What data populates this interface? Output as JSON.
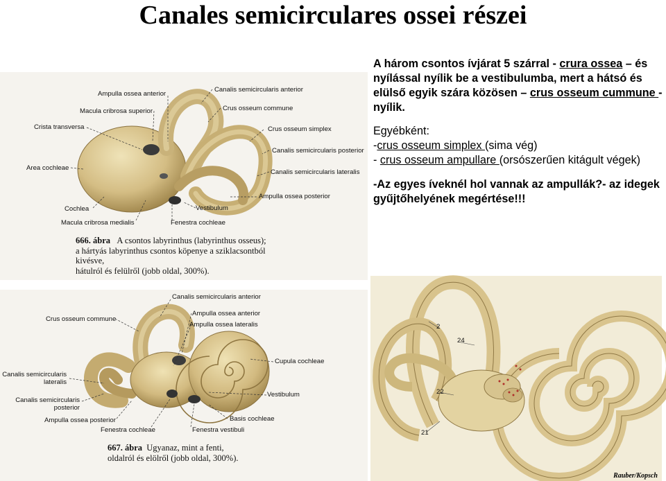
{
  "slide": {
    "title": "Canales semicirculares ossei részei"
  },
  "text": {
    "p1": {
      "s1": "A három csontos ívjárat 5 szárral - ",
      "u1": "crura ossea",
      "s2": " – és nyílással nyílik be a vestibulumba, mert a hátsó és elülső egyik szára közösen ",
      "dash": "–",
      "u2": "crus osseum cummune ",
      "s3": " - nyílik."
    },
    "p2": {
      "line1": "Egyébként:",
      "l2_prefix": "-",
      "l2_u": "crus osseum simplex ",
      "l2_rest": "(sima vég)",
      "l3_prefix": "- ",
      "l3_u": "crus osseum ampullare ",
      "l3_rest": "(orsószerűen kitágult végek)"
    },
    "p3": "-Az egyes íveknél hol vannak az ampullák?- az idegek gyűjtőhelyének megértése!!!"
  },
  "figure_top": {
    "labels": {
      "ampulla_ossea_anterior": "Ampulla ossea anterior",
      "macula_cribrosa_superior": "Macula cribrosa superior",
      "crista_transversa": "Crista transversa",
      "area_cochleae": "Area cochleae",
      "cochlea": "Cochlea",
      "macula_cribrosa_medialis": "Macula cribrosa medialis",
      "canalis_semicircularis_anterior": "Canalis semicircularis anterior",
      "crus_osseum_commune": "Crus osseum commune",
      "crus_osseum_simplex": "Crus osseum simplex",
      "canalis_semicircularis_posterior": "Canalis semicircularis posterior",
      "canalis_semicircularis_lateralis": "Canalis semicircularis lateralis",
      "ampulla_ossea_posterior": "Ampulla ossea posterior",
      "vestibulum": "Vestibulum",
      "fenestra_cochleae": "Fenestra cochleae"
    },
    "caption": {
      "number": "666. ábra",
      "line1": "A csontos labyrinthus (labyrinthus osseus);",
      "line2": "a hártyás labyrinthus csontos köpenye a sziklacsontból",
      "line3": "kivésve,",
      "line4": "hátulról és felülről (jobb oldal, 300%)."
    }
  },
  "figure_bottom": {
    "labels": {
      "canalis_semicircularis_anterior": "Canalis semicircularis anterior",
      "crus_osseum_commune": "Crus osseum commune",
      "ampulla_ossea_anterior": "Ampulla ossea anterior",
      "ampulla_ossea_lateralis": "Ampulla ossea lateralis",
      "cupula_cochleae": "Cupula cochleae",
      "canalis_semicircularis_lateralis": "Canalis semicircularis lateralis",
      "canalis_semicircularis_posterior": "Canalis semicircularis posterior",
      "vestibulum": "Vestibulum",
      "ampulla_ossea_posterior": "Ampulla ossea posterior",
      "basis_cochleae": "Basis cochleae",
      "fenestra_cochleae": "Fenestra cochleae",
      "fenestra_vestibuli": "Fenestra vestibuli"
    },
    "caption": {
      "number": "667. ábra",
      "line1": "Ugyanaz, mint a fenti,",
      "line2": "oldalról és elölről (jobb oldal, 300%)."
    }
  },
  "figure_right": {
    "numbers": [
      "2",
      "24",
      "22",
      "21"
    ],
    "credit": "Rauber/Kopsch"
  },
  "colors": {
    "bone": "#d9c48e",
    "bone_dark": "#a38a4e",
    "bone_light": "#eadcae",
    "panel_bg": "#f5f3ee",
    "right_bg": "#f2ecd8"
  }
}
